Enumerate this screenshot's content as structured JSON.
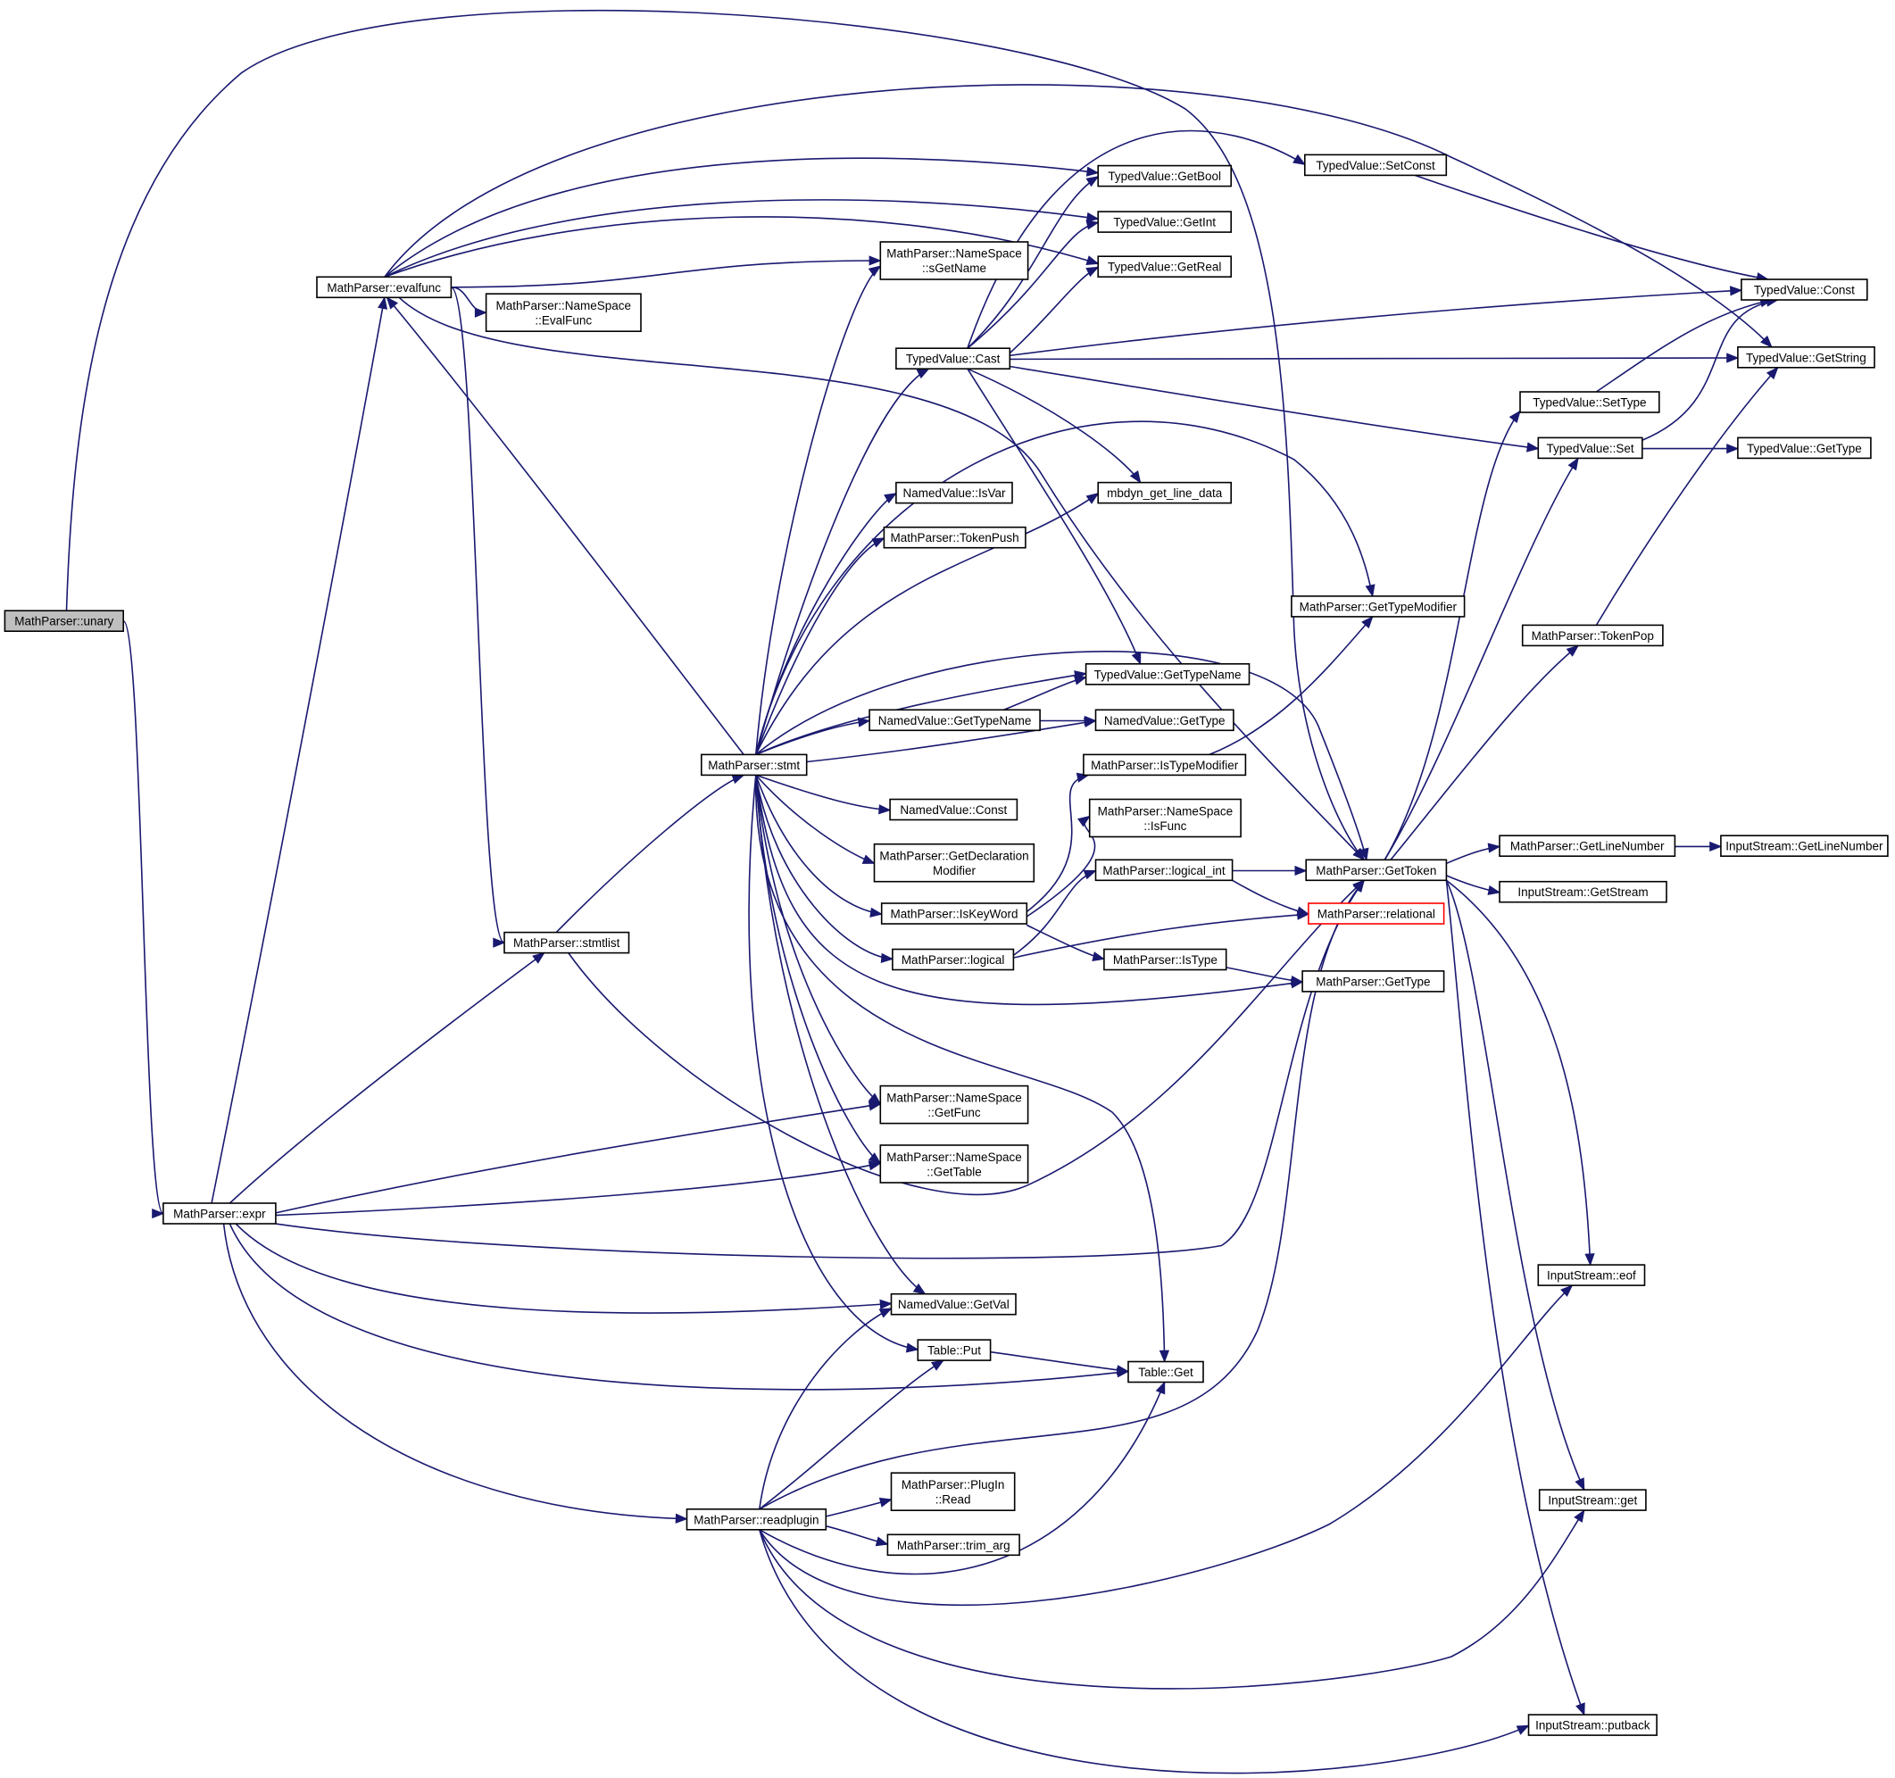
{
  "colors": {
    "edge": "#191970",
    "root_fill": "#bfbfbf",
    "node_border": "#000000",
    "highlight_border": "#ff0000"
  },
  "nodes": [
    {
      "id": "unary",
      "lines": [
        "MathParser::unary"
      ],
      "root": true
    },
    {
      "id": "evalfunc",
      "lines": [
        "MathParser::evalfunc"
      ]
    },
    {
      "id": "ns_evalfunc",
      "lines": [
        "MathParser::NameSpace",
        "::EvalFunc"
      ]
    },
    {
      "id": "stmtlist",
      "lines": [
        "MathParser::stmtlist"
      ]
    },
    {
      "id": "expr",
      "lines": [
        "MathParser::expr"
      ]
    },
    {
      "id": "stmt",
      "lines": [
        "MathParser::stmt"
      ]
    },
    {
      "id": "readplugin",
      "lines": [
        "MathParser::readplugin"
      ]
    },
    {
      "id": "sgetname",
      "lines": [
        "MathParser::NameSpace",
        "::sGetName"
      ]
    },
    {
      "id": "cast",
      "lines": [
        "TypedValue::Cast"
      ]
    },
    {
      "id": "isvar",
      "lines": [
        "NamedValue::IsVar"
      ]
    },
    {
      "id": "tokenpush",
      "lines": [
        "MathParser::TokenPush"
      ]
    },
    {
      "id": "nv_gettypename",
      "lines": [
        "NamedValue::GetTypeName"
      ]
    },
    {
      "id": "nv_const",
      "lines": [
        "NamedValue::Const"
      ]
    },
    {
      "id": "getdecl",
      "lines": [
        "MathParser::GetDeclaration",
        "Modifier"
      ]
    },
    {
      "id": "iskeyword",
      "lines": [
        "MathParser::IsKeyWord"
      ]
    },
    {
      "id": "logical",
      "lines": [
        "MathParser::logical"
      ]
    },
    {
      "id": "getfunc",
      "lines": [
        "MathParser::NameSpace",
        "::GetFunc"
      ]
    },
    {
      "id": "gettable",
      "lines": [
        "MathParser::NameSpace",
        "::GetTable"
      ]
    },
    {
      "id": "getval",
      "lines": [
        "NamedValue::GetVal"
      ]
    },
    {
      "id": "tput",
      "lines": [
        "Table::Put"
      ]
    },
    {
      "id": "pluginread",
      "lines": [
        "MathParser::PlugIn",
        "::Read"
      ]
    },
    {
      "id": "trimarg",
      "lines": [
        "MathParser::trim_arg"
      ]
    },
    {
      "id": "getbool",
      "lines": [
        "TypedValue::GetBool"
      ]
    },
    {
      "id": "getint",
      "lines": [
        "TypedValue::GetInt"
      ]
    },
    {
      "id": "getreal",
      "lines": [
        "TypedValue::GetReal"
      ]
    },
    {
      "id": "mbdyn",
      "lines": [
        "mbdyn_get_line_data"
      ]
    },
    {
      "id": "tv_gettypename",
      "lines": [
        "TypedValue::GetTypeName"
      ]
    },
    {
      "id": "nv_gettype",
      "lines": [
        "NamedValue::GetType"
      ]
    },
    {
      "id": "istypemod",
      "lines": [
        "MathParser::IsTypeModifier"
      ]
    },
    {
      "id": "isfunc",
      "lines": [
        "MathParser::NameSpace",
        "::IsFunc"
      ]
    },
    {
      "id": "logical_int",
      "lines": [
        "MathParser::logical_int"
      ]
    },
    {
      "id": "istype",
      "lines": [
        "MathParser::IsType"
      ]
    },
    {
      "id": "tget",
      "lines": [
        "Table::Get"
      ]
    },
    {
      "id": "setconst",
      "lines": [
        "TypedValue::SetConst"
      ]
    },
    {
      "id": "gettypemod",
      "lines": [
        "MathParser::GetTypeModifier"
      ]
    },
    {
      "id": "gettoken",
      "lines": [
        "MathParser::GetToken"
      ]
    },
    {
      "id": "relational",
      "lines": [
        "MathParser::relational"
      ],
      "highlight": true
    },
    {
      "id": "mp_gettype",
      "lines": [
        "MathParser::GetType"
      ]
    },
    {
      "id": "settype",
      "lines": [
        "TypedValue::SetType"
      ]
    },
    {
      "id": "tvset",
      "lines": [
        "TypedValue::Set"
      ]
    },
    {
      "id": "tokenpop",
      "lines": [
        "MathParser::TokenPop"
      ]
    },
    {
      "id": "getlinenumber",
      "lines": [
        "MathParser::GetLineNumber"
      ]
    },
    {
      "id": "is_getstream",
      "lines": [
        "InputStream::GetStream"
      ]
    },
    {
      "id": "is_eof",
      "lines": [
        "InputStream::eof"
      ]
    },
    {
      "id": "is_get",
      "lines": [
        "InputStream::get"
      ]
    },
    {
      "id": "is_putback",
      "lines": [
        "InputStream::putback"
      ]
    },
    {
      "id": "tvconst",
      "lines": [
        "TypedValue::Const"
      ]
    },
    {
      "id": "getstring",
      "lines": [
        "TypedValue::GetString"
      ]
    },
    {
      "id": "tv_gettype",
      "lines": [
        "TypedValue::GetType"
      ]
    },
    {
      "id": "is_getlinenumber",
      "lines": [
        "InputStream::GetLineNumber"
      ]
    }
  ],
  "edges": [
    [
      "unary",
      "gettoken"
    ],
    [
      "unary",
      "expr"
    ],
    [
      "evalfunc",
      "getbool"
    ],
    [
      "evalfunc",
      "getint"
    ],
    [
      "evalfunc",
      "getreal"
    ],
    [
      "evalfunc",
      "getstring"
    ],
    [
      "evalfunc",
      "sgetname"
    ],
    [
      "evalfunc",
      "ns_evalfunc"
    ],
    [
      "evalfunc",
      "gettoken"
    ],
    [
      "evalfunc",
      "stmtlist"
    ],
    [
      "expr",
      "evalfunc"
    ],
    [
      "expr",
      "stmtlist"
    ],
    [
      "expr",
      "getfunc"
    ],
    [
      "expr",
      "gettable"
    ],
    [
      "expr",
      "gettoken"
    ],
    [
      "expr",
      "getval"
    ],
    [
      "expr",
      "tget"
    ],
    [
      "expr",
      "readplugin"
    ],
    [
      "stmtlist",
      "stmt"
    ],
    [
      "stmtlist",
      "gettoken"
    ],
    [
      "stmt",
      "evalfunc"
    ],
    [
      "stmt",
      "sgetname"
    ],
    [
      "stmt",
      "cast"
    ],
    [
      "stmt",
      "gettypemod"
    ],
    [
      "stmt",
      "isvar"
    ],
    [
      "stmt",
      "tokenpush"
    ],
    [
      "stmt",
      "mbdyn"
    ],
    [
      "stmt",
      "gettoken"
    ],
    [
      "stmt",
      "tv_gettypename"
    ],
    [
      "stmt",
      "nv_gettypename"
    ],
    [
      "stmt",
      "nv_gettype"
    ],
    [
      "stmt",
      "nv_const"
    ],
    [
      "stmt",
      "getdecl"
    ],
    [
      "stmt",
      "iskeyword"
    ],
    [
      "stmt",
      "logical"
    ],
    [
      "stmt",
      "mp_gettype"
    ],
    [
      "stmt",
      "getfunc"
    ],
    [
      "stmt",
      "gettable"
    ],
    [
      "stmt",
      "getval"
    ],
    [
      "stmt",
      "tput"
    ],
    [
      "stmt",
      "tget"
    ],
    [
      "cast",
      "setconst"
    ],
    [
      "cast",
      "getbool"
    ],
    [
      "cast",
      "getint"
    ],
    [
      "cast",
      "getreal"
    ],
    [
      "cast",
      "tvconst"
    ],
    [
      "cast",
      "getstring"
    ],
    [
      "cast",
      "tvset"
    ],
    [
      "cast",
      "mbdyn"
    ],
    [
      "cast",
      "tv_gettypename"
    ],
    [
      "nv_gettypename",
      "tv_gettypename"
    ],
    [
      "nv_gettypename",
      "nv_gettype"
    ],
    [
      "iskeyword",
      "istypemod"
    ],
    [
      "iskeyword",
      "isfunc"
    ],
    [
      "iskeyword",
      "istype"
    ],
    [
      "logical",
      "logical_int"
    ],
    [
      "logical",
      "relational"
    ],
    [
      "logical_int",
      "gettoken"
    ],
    [
      "logical_int",
      "relational"
    ],
    [
      "istypemod",
      "gettypemod"
    ],
    [
      "istype",
      "mp_gettype"
    ],
    [
      "tput",
      "tget"
    ],
    [
      "readplugin",
      "getval"
    ],
    [
      "readplugin",
      "tput"
    ],
    [
      "readplugin",
      "pluginread"
    ],
    [
      "readplugin",
      "trimarg"
    ],
    [
      "readplugin",
      "tget"
    ],
    [
      "readplugin",
      "gettoken"
    ],
    [
      "readplugin",
      "is_eof"
    ],
    [
      "readplugin",
      "is_get"
    ],
    [
      "readplugin",
      "is_putback"
    ],
    [
      "setconst",
      "tvconst"
    ],
    [
      "gettoken",
      "settype"
    ],
    [
      "gettoken",
      "tvset"
    ],
    [
      "gettoken",
      "tokenpop"
    ],
    [
      "gettoken",
      "getlinenumber"
    ],
    [
      "gettoken",
      "is_getstream"
    ],
    [
      "gettoken",
      "is_eof"
    ],
    [
      "gettoken",
      "is_get"
    ],
    [
      "gettoken",
      "is_putback"
    ],
    [
      "settype",
      "tvconst"
    ],
    [
      "tvset",
      "tvconst"
    ],
    [
      "tvset",
      "tv_gettype"
    ],
    [
      "tokenpop",
      "getstring"
    ],
    [
      "getlinenumber",
      "is_getlinenumber"
    ]
  ]
}
